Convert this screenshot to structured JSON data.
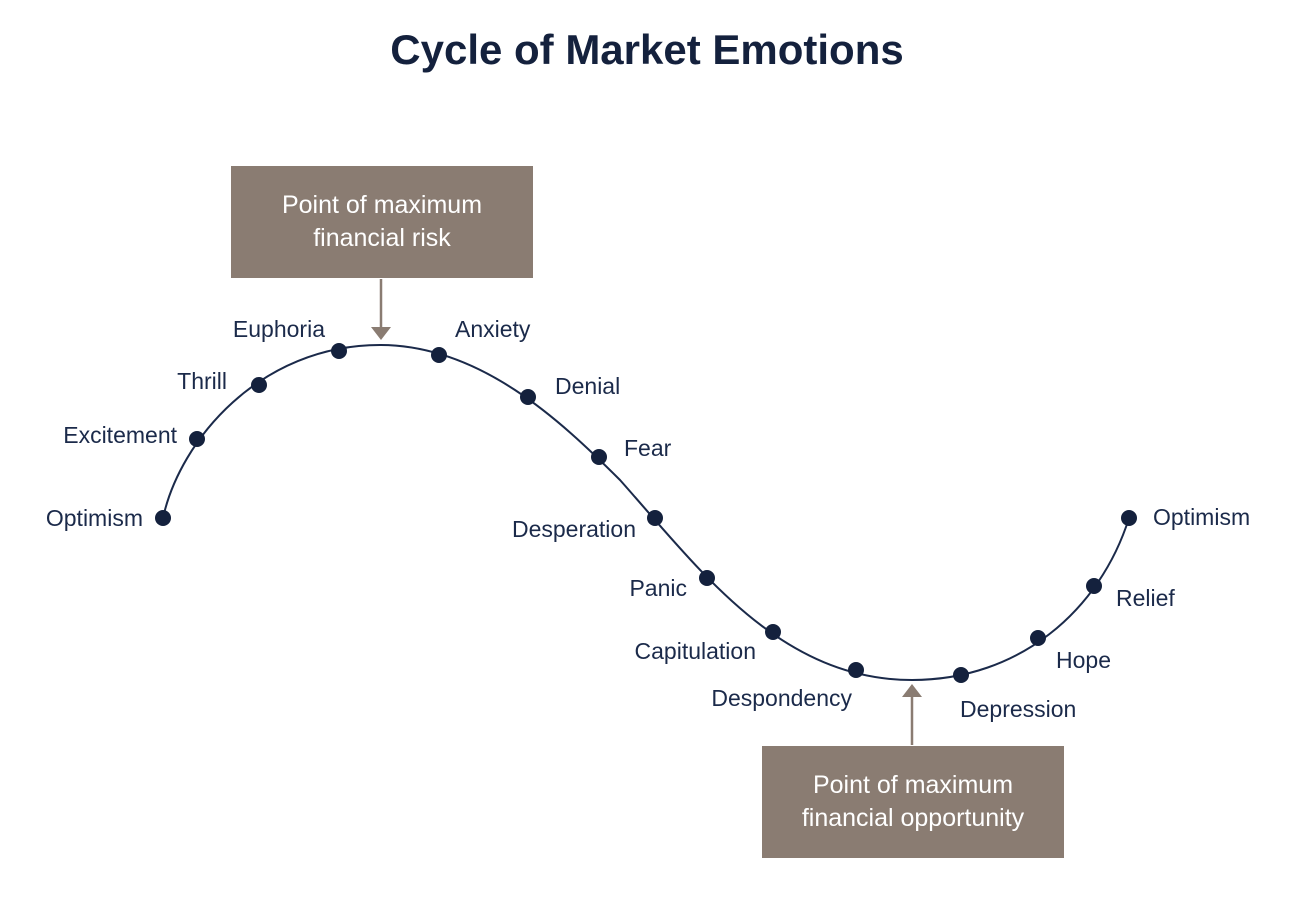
{
  "title": "Cycle of Market Emotions",
  "stages": [
    {
      "id": "optimism-start",
      "label": "Optimism"
    },
    {
      "id": "excitement",
      "label": "Excitement"
    },
    {
      "id": "thrill",
      "label": "Thrill"
    },
    {
      "id": "euphoria",
      "label": "Euphoria"
    },
    {
      "id": "anxiety",
      "label": "Anxiety"
    },
    {
      "id": "denial",
      "label": "Denial"
    },
    {
      "id": "fear",
      "label": "Fear"
    },
    {
      "id": "desperation",
      "label": "Desperation"
    },
    {
      "id": "panic",
      "label": "Panic"
    },
    {
      "id": "capitulation",
      "label": "Capitulation"
    },
    {
      "id": "despondency",
      "label": "Despondency"
    },
    {
      "id": "depression",
      "label": "Depression"
    },
    {
      "id": "hope",
      "label": "Hope"
    },
    {
      "id": "relief",
      "label": "Relief"
    },
    {
      "id": "optimism-end",
      "label": "Optimism"
    }
  ],
  "callouts": {
    "risk": {
      "line1": "Point of maximum",
      "line2": "financial risk"
    },
    "opportunity": {
      "line1": "Point of maximum",
      "line2": "financial opportunity"
    }
  },
  "colors": {
    "curve": "#1b2a4a",
    "dot": "#14213d",
    "title": "#14213d",
    "callout_bg": "#8a7c72",
    "arrow": "#8a7c72"
  }
}
